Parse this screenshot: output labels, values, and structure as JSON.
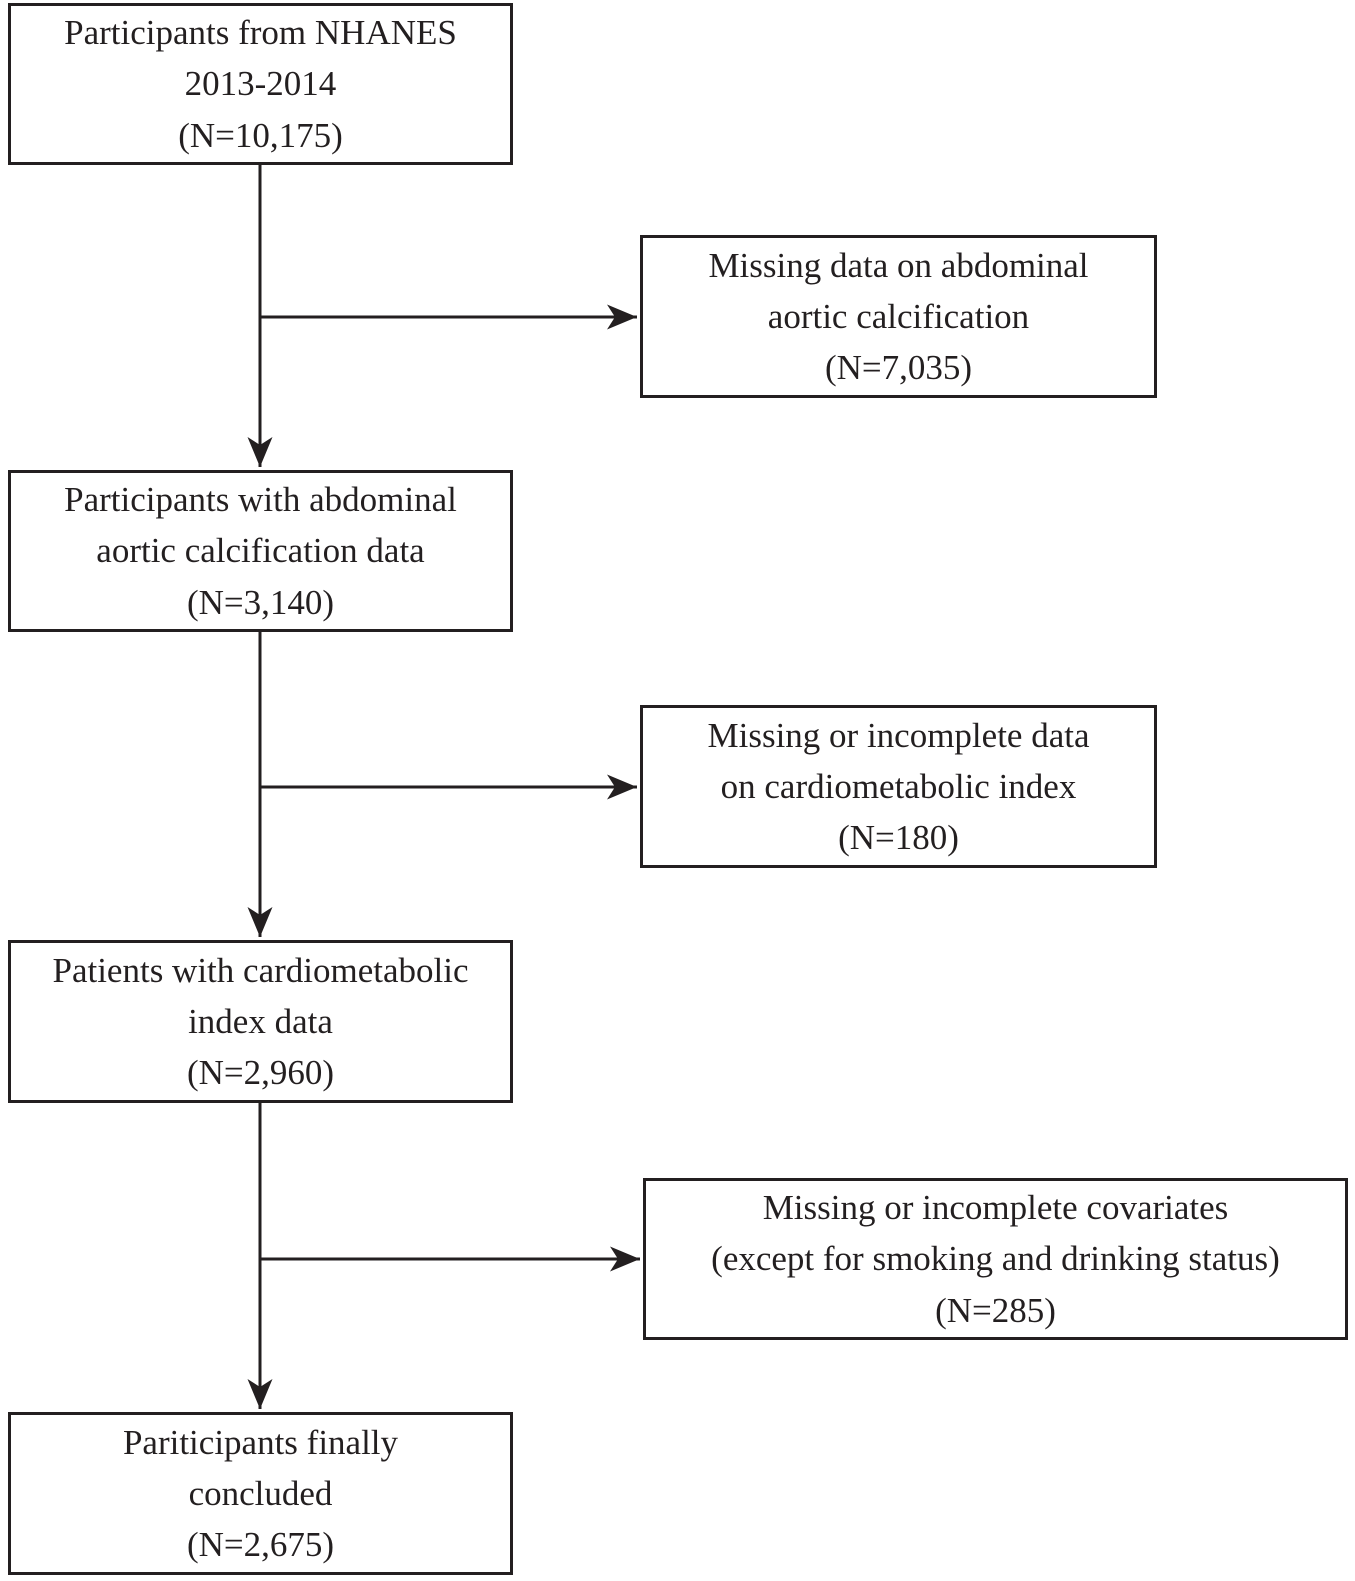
{
  "figure": {
    "colors": {
      "ink": "#231f20",
      "background": "#ffffff"
    }
  },
  "flowchart": {
    "type": "participant-selection-flow",
    "nodes": {
      "node1": {
        "text": "Participants from NHANES\n2013-2014\n(N=10,175)",
        "n": "10,175"
      },
      "excl1": {
        "text": "Missing data on abdominal\naortic calcification\n(N=7,035)",
        "n": "7,035"
      },
      "node2": {
        "text": "Participants with abdominal\naortic calcification data\n(N=3,140)",
        "n": "3,140"
      },
      "excl2": {
        "text": "Missing or incomplete data\non cardiometabolic index\n(N=180)",
        "n": "180"
      },
      "node3": {
        "text": "Patients with cardiometabolic\nindex data\n(N=2,960)",
        "n": "2,960"
      },
      "excl3": {
        "text": "Missing or incomplete covariates\n(except for smoking and drinking status)\n(N=285)",
        "n": "285"
      },
      "node4": {
        "text": "Pariticipants finally\nconcluded\n(N=2,675)",
        "n": "2,675"
      }
    },
    "edges": [
      {
        "from": "node1",
        "to": "node2",
        "direction": "down"
      },
      {
        "from": "node1",
        "to": "excl1",
        "direction": "right"
      },
      {
        "from": "node2",
        "to": "node3",
        "direction": "down"
      },
      {
        "from": "node2",
        "to": "excl2",
        "direction": "right"
      },
      {
        "from": "node3",
        "to": "node4",
        "direction": "down"
      },
      {
        "from": "node3",
        "to": "excl3",
        "direction": "right"
      }
    ]
  }
}
